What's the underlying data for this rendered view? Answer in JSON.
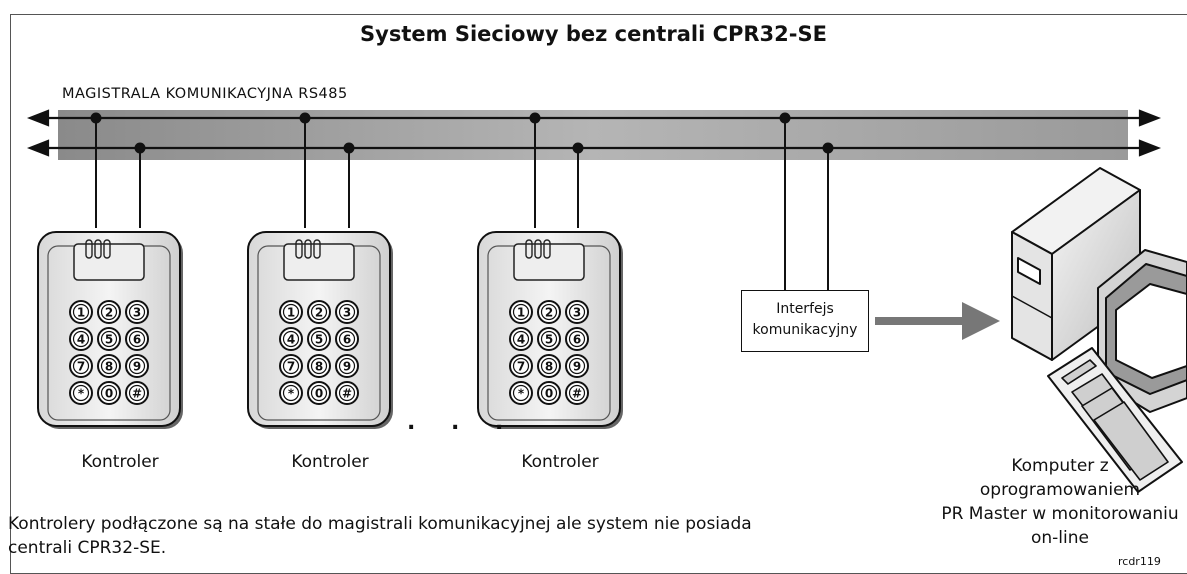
{
  "title": "System Sieciowy bez centrali CPR32-SE",
  "bus": {
    "label": "MAGISTRALA KOMUNIKACYJNA RS485"
  },
  "controllers": [
    {
      "label": "Kontroler"
    },
    {
      "label": "Kontroler"
    },
    {
      "label": "Kontroler"
    }
  ],
  "keypad_keys": [
    "1",
    "2",
    "3",
    "4",
    "5",
    "6",
    "7",
    "8",
    "9",
    "*",
    "0",
    "#"
  ],
  "ellipsis": ". . .",
  "interface": {
    "line1": "Interfejs",
    "line2": "komunikacyjny"
  },
  "computer": {
    "line1": "Komputer z",
    "line2": "oprogramowaniem",
    "line3": "PR Master w monitorowaniu",
    "line4": "on-line"
  },
  "note": {
    "line1": "Kontrolery podłączone są na stałe do magistrali komunikacyjnej ale system nie posiada",
    "line2": "centrali CPR32-SE."
  },
  "reference": "rcdr119",
  "colors": {
    "bus_band": "#a9a9a9",
    "arrow": "#777777",
    "line": "#111111"
  }
}
